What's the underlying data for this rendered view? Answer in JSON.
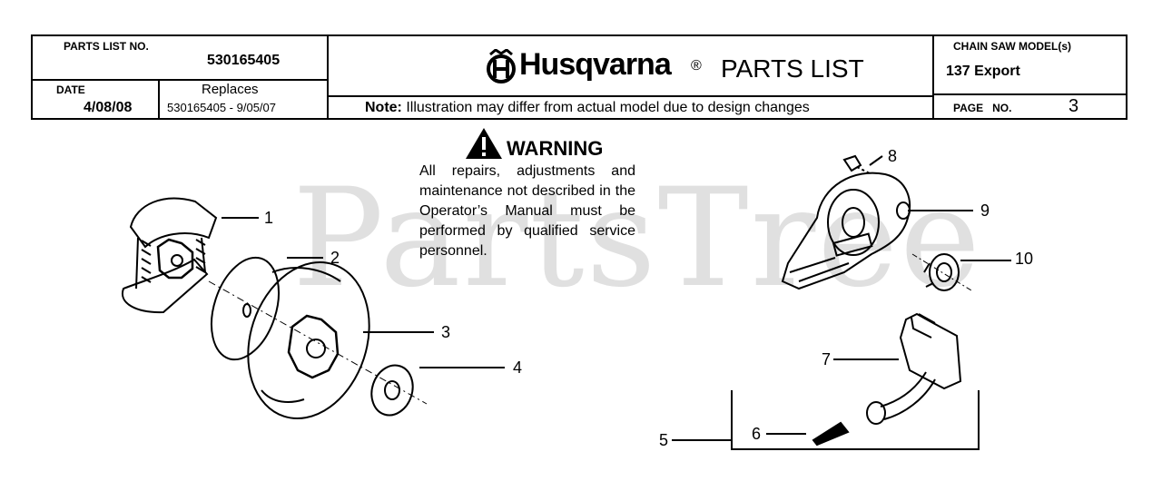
{
  "header": {
    "parts_list_no_label": "PARTS LIST NO.",
    "parts_list_no": "530165405",
    "date_label": "DATE",
    "date": "4/08/08",
    "replaces_label": "Replaces",
    "replaces_value": "530165405 - 9/05/07",
    "brand": "Husqvarna",
    "registered_mark": "®",
    "doc_title": "PARTS LIST",
    "note_label": "Note:",
    "note_text": "Illustration may differ from actual model due to design changes",
    "model_label": "CHAIN SAW MODEL(s)",
    "model_value": "137 Export",
    "page_label": "PAGE   NO.",
    "page_no": "3"
  },
  "warning": {
    "title": "WARNING",
    "text": "All repairs, adjustments and maintenance not described in the Operator’s Manual must be performed by qualified service personnel."
  },
  "watermark": "PartsTree",
  "callouts": [
    "1",
    "2",
    "3",
    "4",
    "5",
    "6",
    "7",
    "8",
    "9",
    "10"
  ]
}
